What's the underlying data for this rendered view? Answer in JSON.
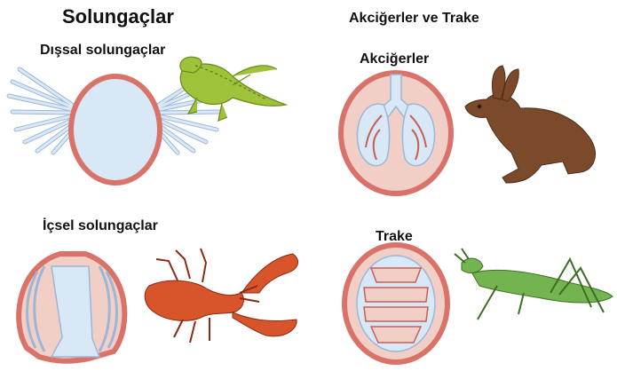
{
  "titles": {
    "gills": "Solungaçlar",
    "lungs_and_trachea": "Akciğerler ve Trake"
  },
  "panels": {
    "external_gills": "Dışsal solungaçlar",
    "internal_gills": "İçsel solungaçlar",
    "lungs": "Akciğerler",
    "trachea": "Trake"
  },
  "colors": {
    "wall": "#d9736a",
    "wall_fill": "#f2cfc6",
    "cavity": "#d8e8f6",
    "cavity_edge": "#9cb6d6",
    "salamander": "#9ec23a",
    "lobster": "#d8552c",
    "hare": "#7a4a2a",
    "grasshopper": "#74b450"
  },
  "icons": [
    "salamander-icon",
    "lobster-icon",
    "hare-icon",
    "grasshopper-icon"
  ]
}
